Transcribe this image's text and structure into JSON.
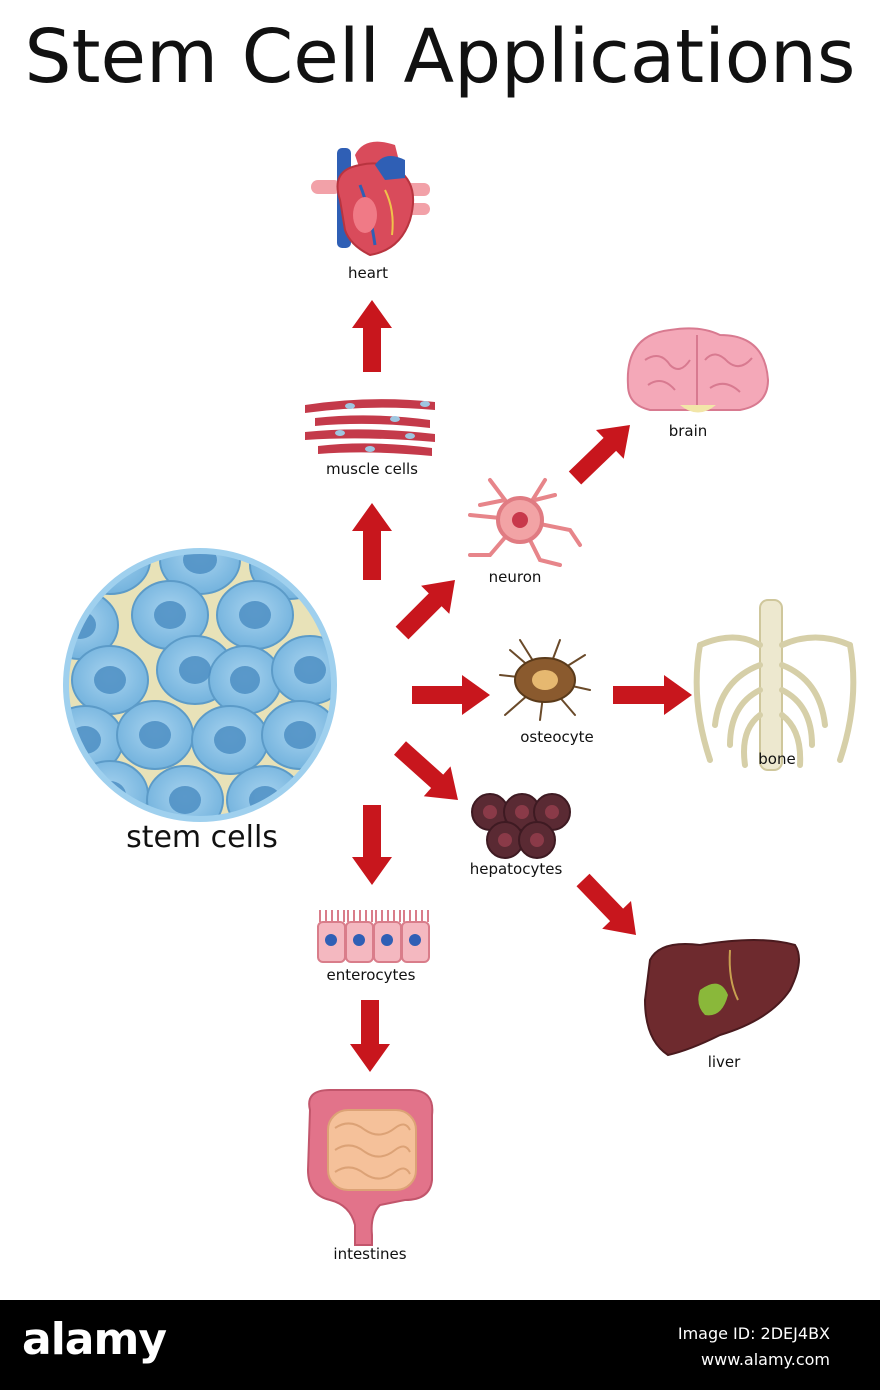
{
  "title": "Stem Cell Applications",
  "labels": {
    "stem_cells": "stem cells",
    "muscle_cells": "muscle cells",
    "heart": "heart",
    "neuron": "neuron",
    "brain": "brain",
    "osteocyte": "osteocyte",
    "bone": "bone",
    "hepatocytes": "hepatocytes",
    "liver": "liver",
    "enterocytes": "enterocytes",
    "intestines": "intestines"
  },
  "footer": {
    "logo": "alamy",
    "image_id": "Image ID: 2DEJ4BX",
    "site": "www.alamy.com"
  },
  "colors": {
    "arrow": "#c8161d",
    "stem_cell_fill": "#8ec5e8",
    "stem_cell_nucleus": "#4d8fc4",
    "stem_cell_background": "#e8e2b8",
    "heart": "#d94b5b",
    "brain": "#f4a8b8",
    "bone": "#ede8cf",
    "liver": "#6e2a2e",
    "intestine": "#e2738a",
    "hepatocyte": "#5a2a33",
    "osteocyte": "#6a4a2a"
  }
}
